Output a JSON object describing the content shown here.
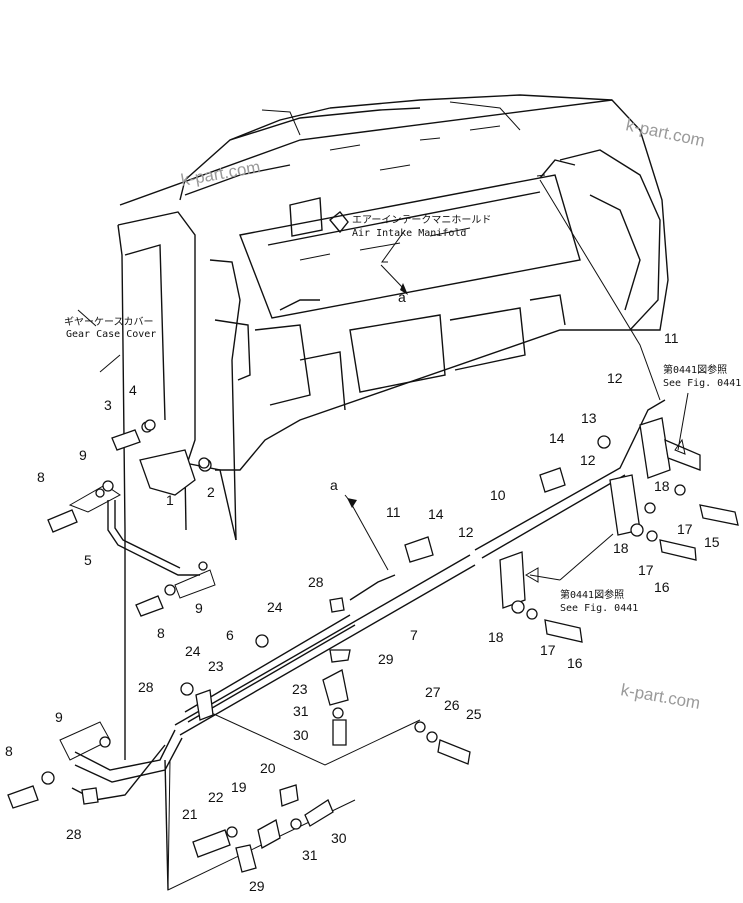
{
  "labels": {
    "air_intake_jp": "エアーインテークマニホールド",
    "air_intake_en": "Air Intake Manifold",
    "gear_case_jp": "ギヤーケースカバー",
    "gear_case_en": "Gear Case Cover",
    "see_fig_jp": "第0441図参照",
    "see_fig_en": "See Fig. 0441",
    "ref_a": "a"
  },
  "watermarks": [
    "k-part.com",
    "k-part.com",
    "k-part.com"
  ],
  "callouts": [
    "1",
    "2",
    "3",
    "4",
    "5",
    "8",
    "8",
    "8",
    "9",
    "9",
    "9",
    "11",
    "11",
    "12",
    "12",
    "12",
    "13",
    "14",
    "14",
    "10",
    "15",
    "16",
    "16",
    "17",
    "17",
    "17",
    "18",
    "18",
    "18",
    "7",
    "6",
    "24",
    "24",
    "23",
    "23",
    "28",
    "28",
    "28",
    "29",
    "29",
    "27",
    "26",
    "25",
    "31",
    "31",
    "30",
    "30",
    "22",
    "19",
    "20",
    "21"
  ]
}
